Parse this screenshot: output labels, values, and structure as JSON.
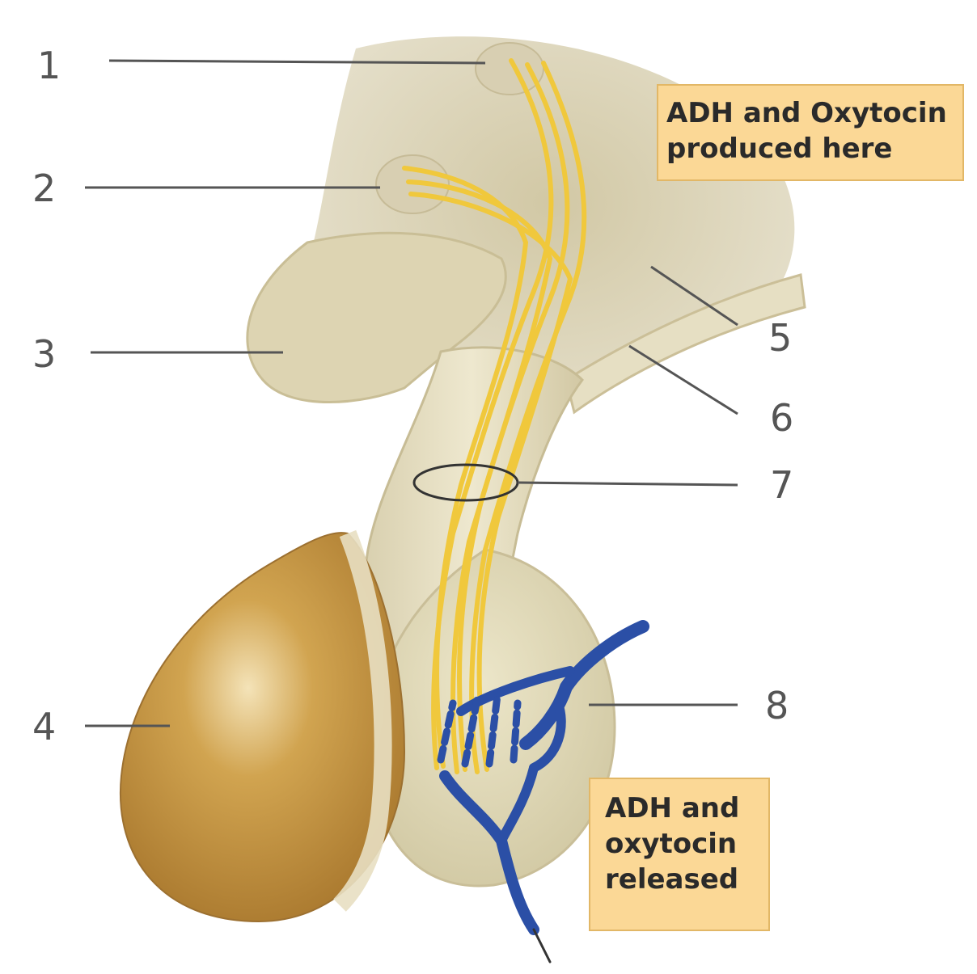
{
  "labels": {
    "n1": "1",
    "n2": "2",
    "n3": "3",
    "n4": "4",
    "n5": "5",
    "n6": "6",
    "n7": "7",
    "n8": "8"
  },
  "callouts": {
    "produced": "ADH and Oxytocin\nproduced here",
    "released": "ADH and\noxytocin\nreleased"
  },
  "colors": {
    "tissue": "#d9cfa8",
    "tissue_light": "#e8e0c0",
    "anterior_lobe": "#b88a3a",
    "axons": "#f0c83c",
    "vessels": "#2b4fa6",
    "callout_bg": "#fbd896"
  }
}
